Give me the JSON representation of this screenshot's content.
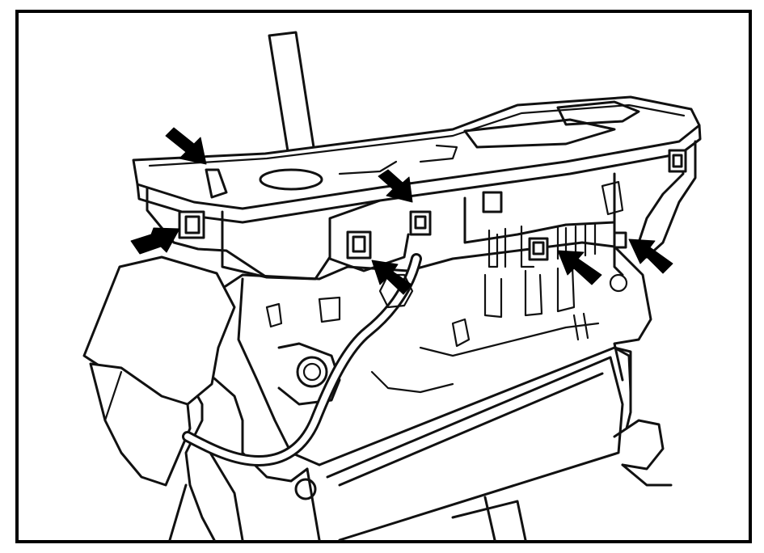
{
  "figure": {
    "subject": "shift-lever-assembly-housing",
    "callouts": [
      {
        "id": "arrow-top-left-clip"
      },
      {
        "id": "arrow-left-tab"
      },
      {
        "id": "arrow-top-center-clip"
      },
      {
        "id": "arrow-center-tab"
      },
      {
        "id": "arrow-right-tab-1"
      },
      {
        "id": "arrow-right-tab-2"
      }
    ],
    "colors": {
      "line": "#111111",
      "background": "#ffffff",
      "arrow": "#000000"
    }
  }
}
